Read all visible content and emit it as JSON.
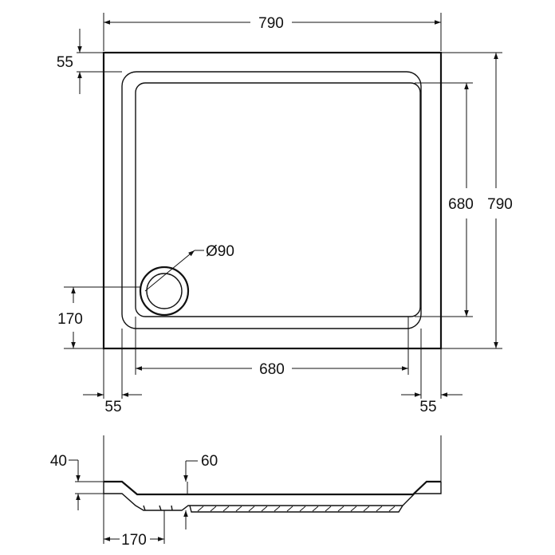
{
  "colors": {
    "line": "#111111",
    "background": "#ffffff"
  },
  "plan_view": {
    "overall_width": "790",
    "overall_depth": "790",
    "rim_top": "55",
    "inner_depth": "680",
    "inner_width": "680",
    "drain_diameter": "Ø90",
    "drain_offset": "170",
    "rim_left": "55",
    "rim_right": "55"
  },
  "section_view": {
    "height": "40",
    "drain_depth": "60",
    "drain_offset": "170"
  }
}
